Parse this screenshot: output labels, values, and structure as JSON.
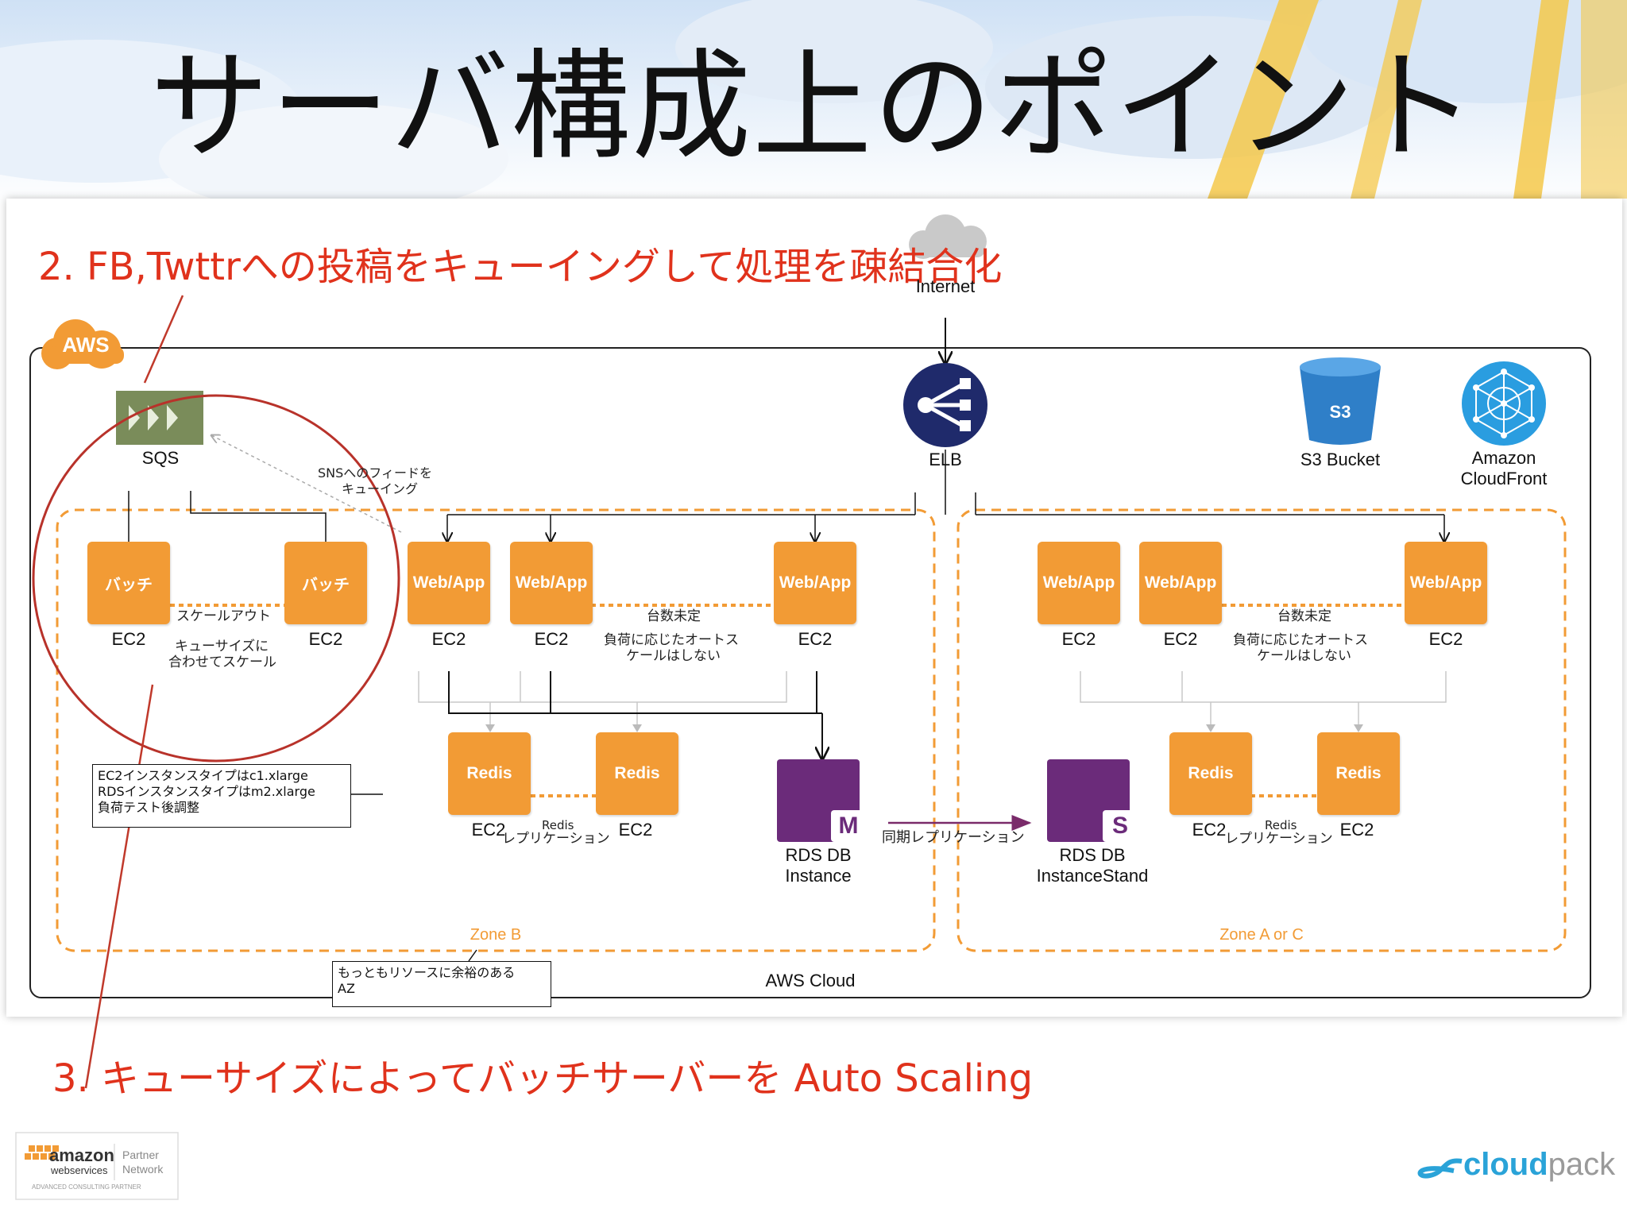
{
  "slide": {
    "title": "サーバ構成上のポイント",
    "annotation_top": "2. FB,Twttrへの投稿をキューイングして処理を疎結合化",
    "annotation_bottom": "3. キューサイズによってバッチサーバーを Auto Scaling"
  },
  "colors": {
    "accent_orange": "#f29b35",
    "annotation_red": "#e0321c",
    "rds_purple": "#6b2b7a",
    "elb_navy": "#1f2a6b",
    "s3_blue": "#2f7fc8",
    "cloudfront_blue": "#2a9de0",
    "sqs_green": "#7a8c5a"
  },
  "diagram": {
    "internet": "Internet",
    "aws_tag": "AWS",
    "sqs": "SQS",
    "elb": "ELB",
    "s3_text": "S3",
    "s3": "S3 Bucket",
    "cloudfront_line1": "Amazon",
    "cloudfront_line2": "CloudFront",
    "aws_cloud": "AWS Cloud",
    "zone_b": "Zone B",
    "zone_ac": "Zone A or C",
    "batch": "バッチ",
    "webapp": "Web/App",
    "redis": "Redis",
    "ec2": "EC2",
    "scale_out": "スケールアウト",
    "queue_scale_line1": "キューサイズに",
    "queue_scale_line2": "合わせてスケール",
    "sns_line1": "SNSへのフィードを",
    "sns_line2": "キューイング",
    "fixed_count": "台数未定",
    "no_autoscale_line1": "負荷に応じたオートス",
    "no_autoscale_line2": "ケールはしない",
    "redis_repl_line1": "Redis",
    "redis_repl_line2": "レプリケーション",
    "rds_m": "M",
    "rds_s": "S",
    "rds_instance_line1": "RDS DB",
    "rds_instance_line2": "Instance",
    "rds_standby_line1": "RDS DB",
    "rds_standby_line2": "InstanceStand",
    "sync_repl": "同期レプリケーション",
    "note_instance_line1": "EC2インスタンスタイプはc1.xlarge",
    "note_instance_line2": "RDSインスタンスタイプはm2.xlarge",
    "note_instance_line3": "負荷テスト後調整",
    "note_az_line1": "もっともリソースに余裕のある",
    "note_az_line2": "AZ"
  },
  "footer": {
    "amazon": "amazon",
    "webservices": "webservices",
    "partner": "Partner",
    "network": "Network",
    "consulting": "ADVANCED CONSULTING PARTNER",
    "cloudpack_a": "cloud",
    "cloudpack_b": "pack"
  }
}
